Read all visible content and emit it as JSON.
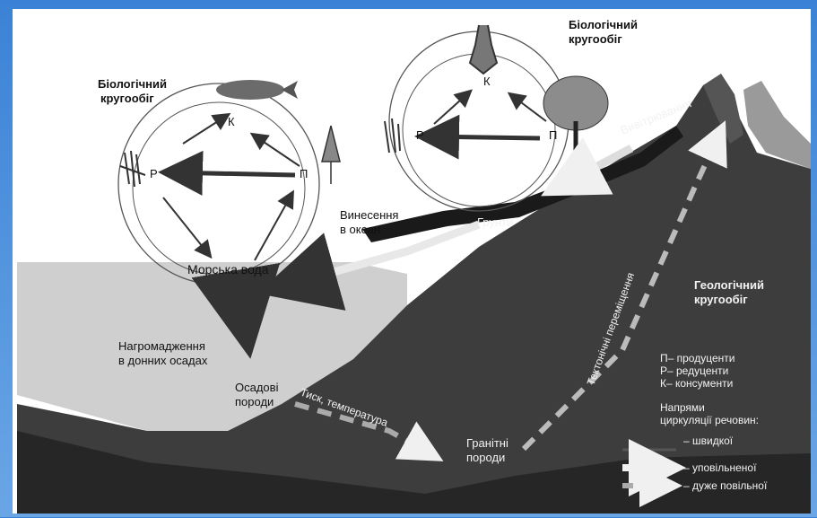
{
  "bio_left": {
    "title_line1": "Біологічний",
    "title_line2": "кругообіг",
    "k": "К",
    "p": "П",
    "r": "Р",
    "sea_water": "Морська вода"
  },
  "bio_right": {
    "title_line1": "Біологічний",
    "title_line2": "кругообіг",
    "k": "К",
    "p": "П",
    "r": "Р"
  },
  "labels": {
    "weathering": "Вивітрювання",
    "soils": "Грунти",
    "runoff_line1": "Винесення",
    "runoff_line2": "в океан",
    "accum_line1": "Нагромадження",
    "accum_line2": "в донних осадах",
    "sed_line1": "Осадові",
    "sed_line2": "породи",
    "pressure_temp": "Тиск, температура",
    "granite_line1": "Гранітні",
    "granite_line2": "породи",
    "tectonic": "Тектонічні переміщення",
    "geo_line1": "Геологічний",
    "geo_line2": "кругообіг"
  },
  "legend": {
    "producers": "П– продуценти",
    "reducers": "Р– редуценти",
    "consumers": "К– консументи",
    "dir_line1": "Напрями",
    "dir_line2": "циркуляції речовин:",
    "fast": "– швидкої",
    "slow": "– уповільненої",
    "very_slow": "– дуже повільної"
  },
  "colors": {
    "page_background": "#4b8fdc",
    "ground": "#3a3a3a",
    "sea": "#c9c9c9"
  }
}
